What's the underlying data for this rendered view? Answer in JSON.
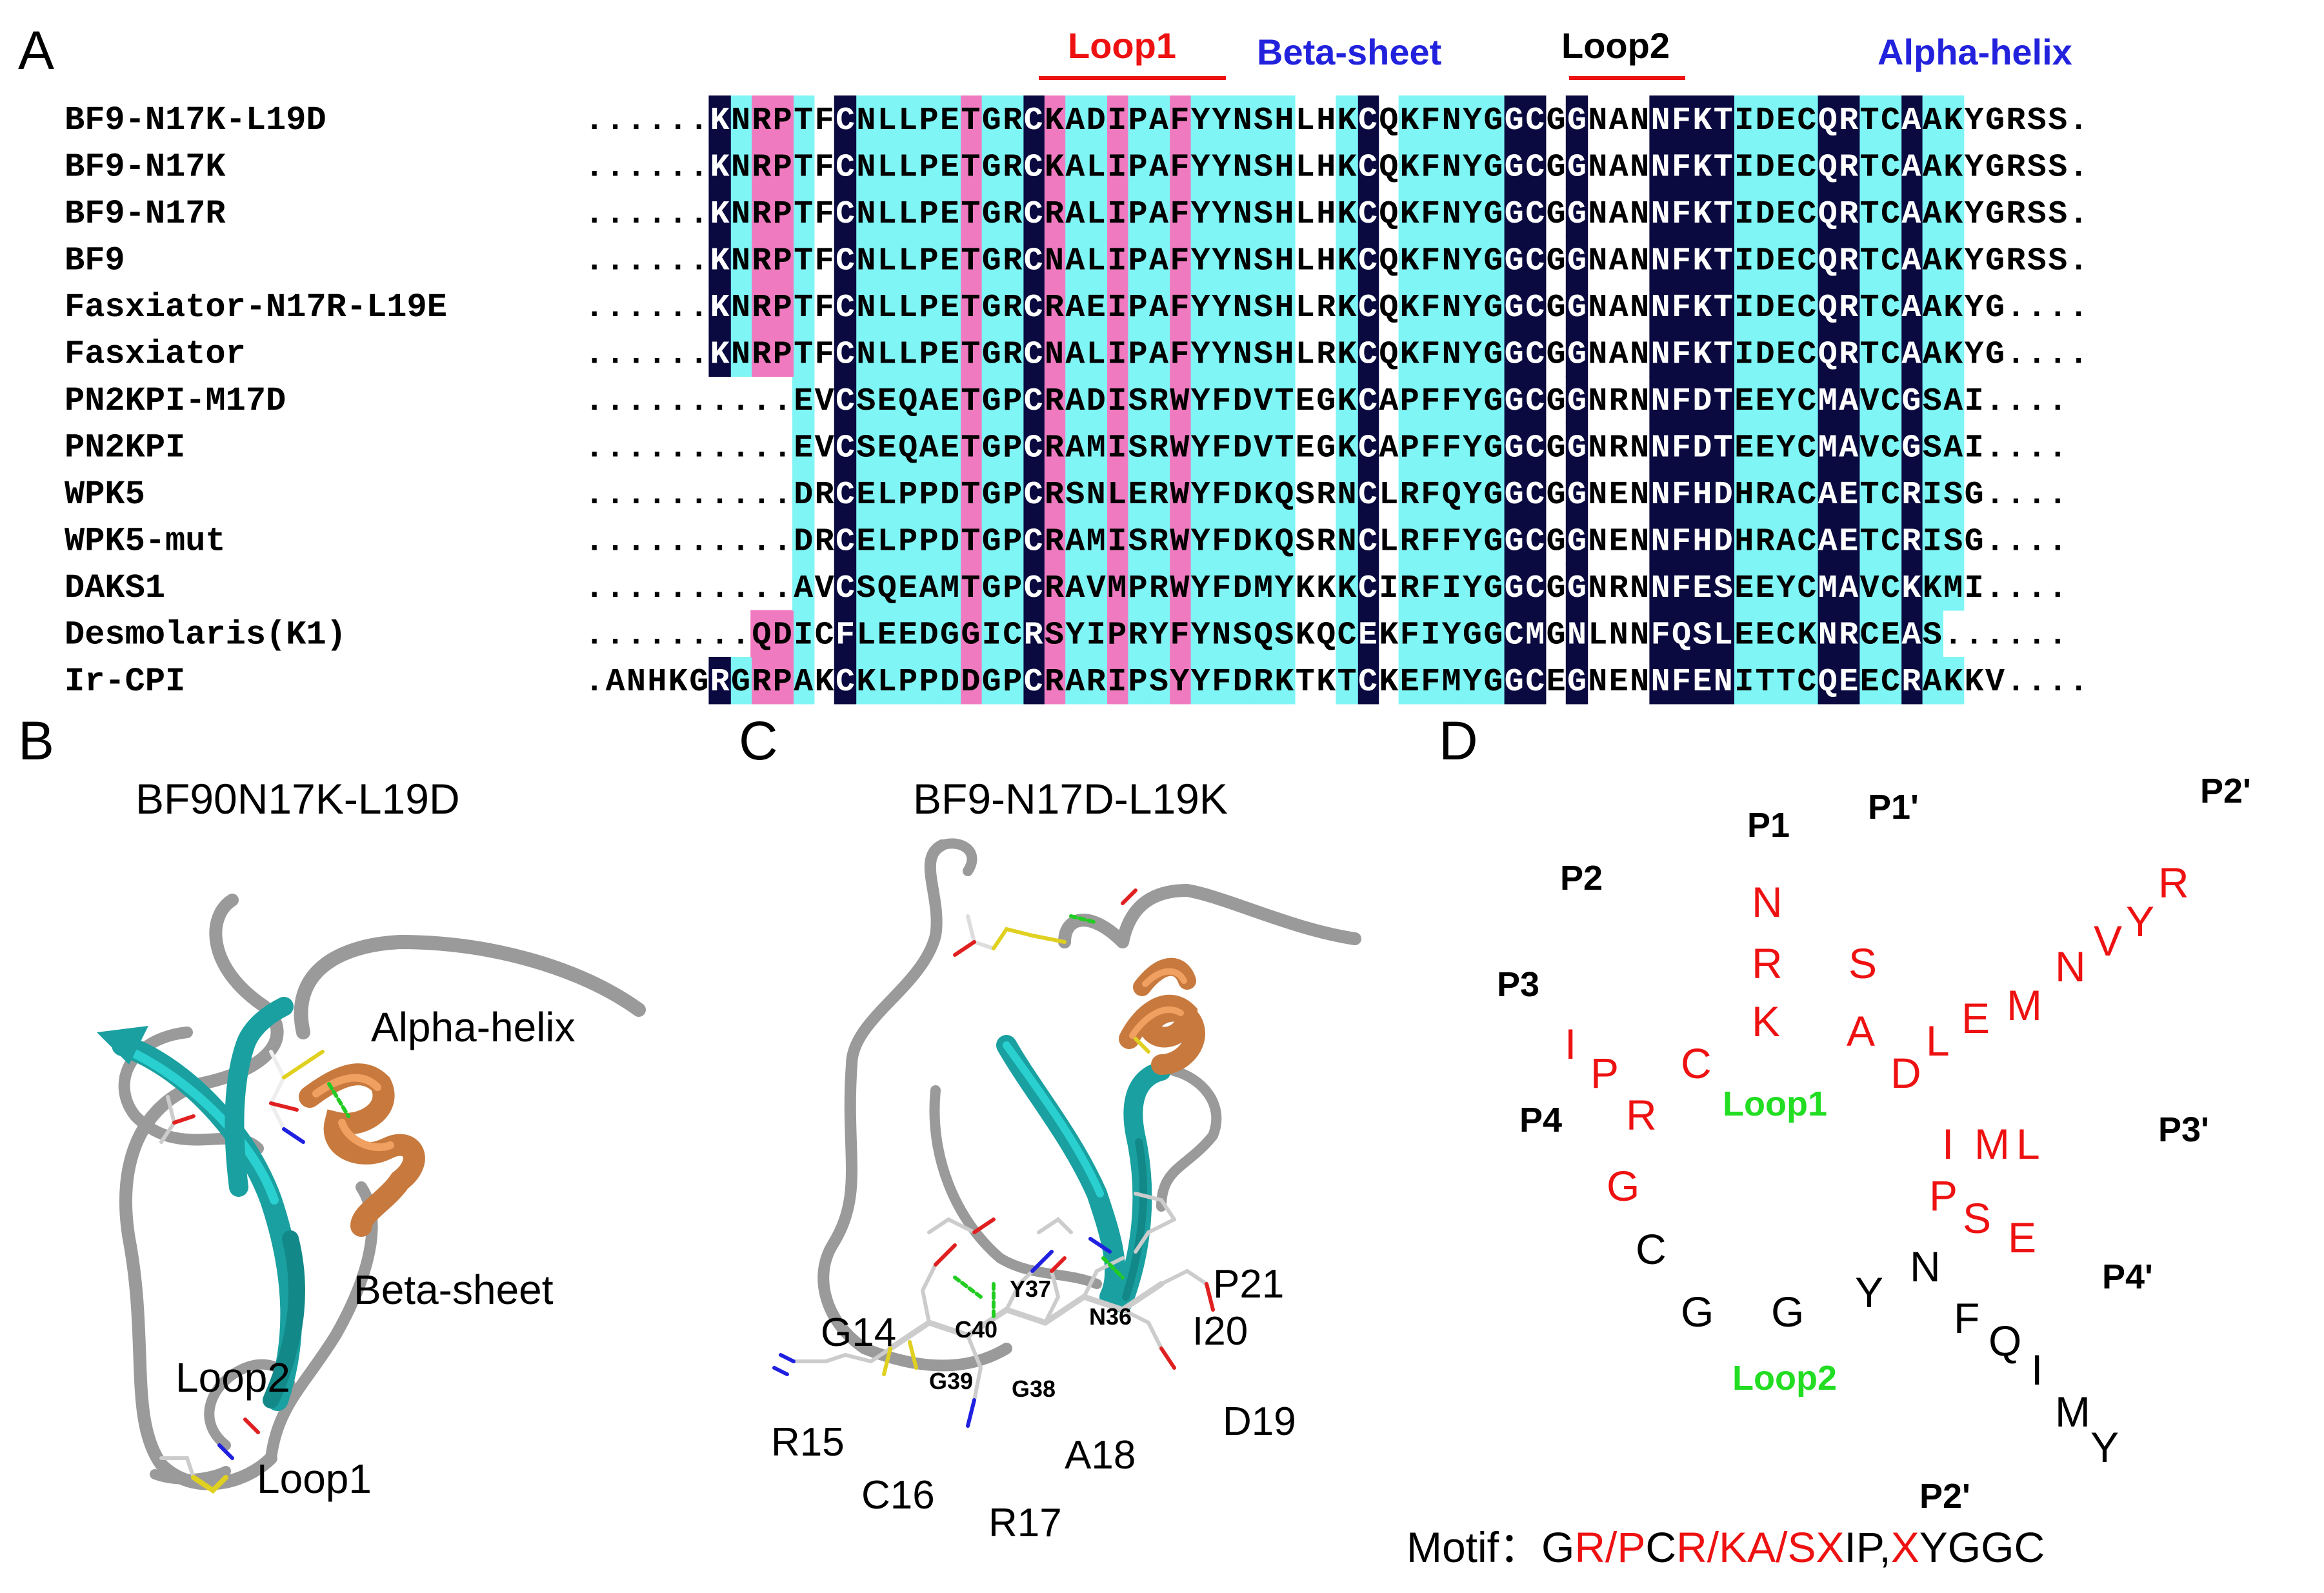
{
  "panels": {
    "a": "A",
    "b": "B",
    "c": "C",
    "d": "D"
  },
  "colors": {
    "loop": "#ee1111",
    "region_blue": "#2222dd",
    "dark": "#0a0a40",
    "cyan": "#7ff5f5",
    "pink": "#f07ac0",
    "green": "#22dd22",
    "red_text": "#ee1111"
  },
  "alignment": {
    "regions": {
      "loop1": "Loop1",
      "beta": "Beta-sheet",
      "loop2": "Loop2",
      "alpha": "Alpha-helix"
    },
    "sequences": [
      {
        "name": "BF9-N17K-L19D",
        "seq": "......KNRPTFCNLLPETGRCKADIPAFYYNSHLHKCQKFNYGGCGGNANNFKTIDECQRTCAAKYGRSS."
      },
      {
        "name": "BF9-N17K",
        "seq": "......KNRPTFCNLLPETGRCKALIPAFYYNSHLHKCQKFNYGGCGGNANNFKTIDECQRTCAAKYGRSS."
      },
      {
        "name": "BF9-N17R",
        "seq": "......KNRPTFCNLLPETGRCRALIPAFYYNSHLHKCQKFNYGGCGGNANNFKTIDECQRTCAAKYGRSS."
      },
      {
        "name": "BF9",
        "seq": "......KNRPTFCNLLPETGRCNALIPAFYYNSHLHKCQKFNYGGCGGNANNFKTIDECQRTCAAKYGRSS."
      },
      {
        "name": "Fasxiator-N17R-L19E",
        "seq": "......KNRPTFCNLLPETGRCRAEIPAFYYNSHLRKCQKFNYGGCGGNANNFKTIDECQRTCAAKYG...."
      },
      {
        "name": "Fasxiator",
        "seq": "......KNRPTFCNLLPETGRCNALIPAFYYNSHLRKCQKFNYGGCGGNANNFKTIDECQRTCAAKYG...."
      },
      {
        "name": "PN2KPI-M17D",
        "seq": "..........EVCSEQAETGPCRADISRWYFDVTEGKCAPFFYGGCGGNRNNFDTEEYCMAVCGSAI...."
      },
      {
        "name": "PN2KPI",
        "seq": "..........EVCSEQAETGPCRAMISRWYFDVTEGKCAPFFYGGCGGNRNNFDTEEYCMAVCGSAI...."
      },
      {
        "name": "WPK5",
        "seq": "..........DRCELPPDTGPCRSNLERWYFDKQSRNCLRFQYGGCGGNENNFHDHRACAETCRISG...."
      },
      {
        "name": "WPK5-mut",
        "seq": "..........DRCELPPDTGPCRAMISRWYFDKQSRNCLRFFYGGCGGNENNFHDHRACAETCRISG...."
      },
      {
        "name": "DAKS1",
        "seq": "..........AVCSQEAMTGPCRAVMPRWYFDMYKKKCIRFIYGGCGGNRNNFESEEYCMAVCKKMI...."
      },
      {
        "name": "Desmolaris(K1)",
        "seq": "........QDICFLEEDGGICRSYIPRYFYNSQSKQCEKFIYGGCMGNLNNFQSLEECKNRCEAS......"
      },
      {
        "name": "Ir-CPI",
        "seq": ".ANHKGRGRPAKCKLPPDDGPCRARIPSYYFDRKTKTCKEFMYGGCEGNENNFENITTCQEECRAKKV...."
      }
    ]
  },
  "panel_b": {
    "title": "BF90N17K-L19D",
    "labels": {
      "alpha": "Alpha-helix",
      "beta": "Beta-sheet",
      "loop2": "Loop2",
      "loop1": "Loop1"
    }
  },
  "panel_c": {
    "title": "BF9-N17D-L19K",
    "residues": {
      "g14": "G14",
      "r15": "R15",
      "c16": "C16",
      "r17": "R17",
      "a18": "A18",
      "d19": "D19",
      "i20": "I20",
      "p21": "P21"
    },
    "small_residues": {
      "y37": "Y37",
      "c40": "C40",
      "n36": "N36",
      "g39": "G39",
      "g38": "G38"
    }
  },
  "panel_d": {
    "positions": {
      "p1": "P1",
      "p1p": "P1'",
      "p2p_top": "P2'",
      "p2": "P2",
      "p3": "P3",
      "p4": "P4",
      "p3p": "P3'",
      "p4p": "P4'",
      "p2p_bottom": "P2'"
    },
    "loop1": "Loop1",
    "loop2": "Loop2",
    "red_letters": [
      "N",
      "R",
      "K",
      "S",
      "A",
      "I",
      "P",
      "R",
      "C",
      "G",
      "D",
      "L",
      "E",
      "M",
      "N",
      "V",
      "Y",
      "R",
      "I",
      "M",
      "L",
      "P",
      "S",
      "E"
    ],
    "black_letters": [
      "C",
      "G",
      "G",
      "Y",
      "N",
      "F",
      "Q",
      "I",
      "M",
      "Y"
    ],
    "motif": {
      "label": "Motif：",
      "parts": [
        "G",
        "R/P",
        "C",
        "R/K",
        "A/S",
        "X",
        "IP,",
        "X",
        "YGGC"
      ]
    }
  }
}
